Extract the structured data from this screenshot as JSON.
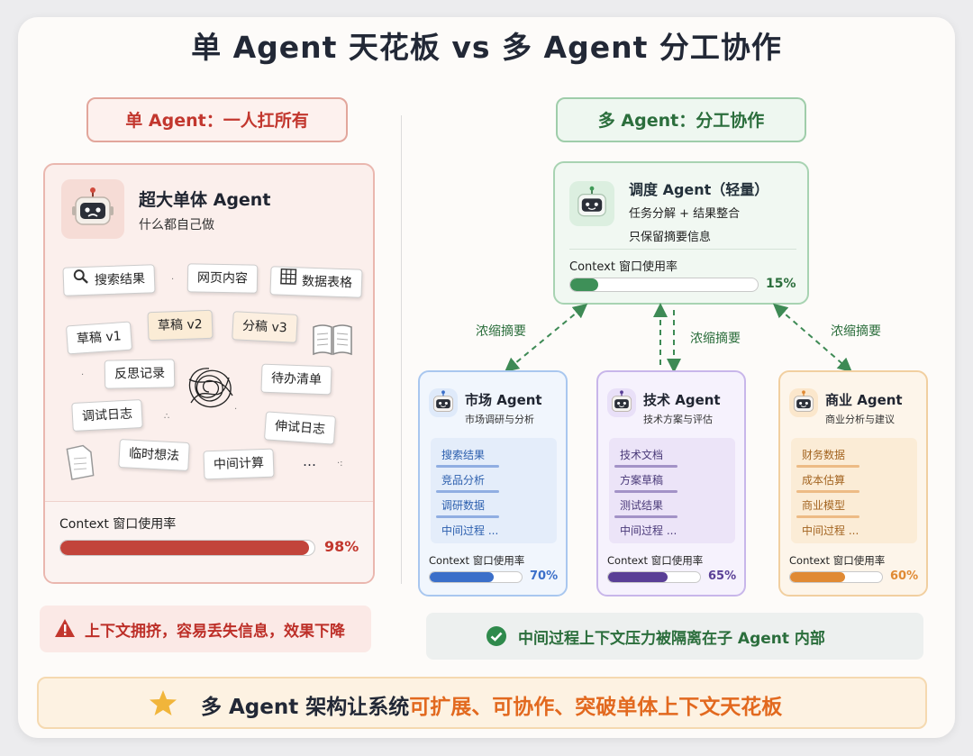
{
  "title": "单 Agent 天花板 vs 多 Agent 分工协作",
  "left_header": "单 Agent：一人扛所有",
  "right_header": "多 Agent：分工协作",
  "single": {
    "title": "超大单体 Agent",
    "subtitle": "什么都自己做",
    "notes": [
      "搜索结果",
      "网页内容",
      "数据表格",
      "草稿 v1",
      "草稿 v2",
      "分稿 v3",
      "反思记录",
      "待办清单",
      "调试日志",
      "伸试日志",
      "临时想法",
      "中间计算",
      "…"
    ],
    "usage_label": "Context 窗口使用率",
    "usage_value": "98%",
    "usage": 0.98,
    "color": "#c2443b"
  },
  "warning": "上下文拥挤，容易丢失信息，效果下降",
  "orchestrator": {
    "title": "调度 Agent（轻量）",
    "line1": "任务分解 + 结果整合",
    "line2": "只保留摘要信息",
    "usage_label": "Context 窗口使用率",
    "usage_value": "15%",
    "usage": 0.15,
    "color": "#3e9058"
  },
  "arrow_labels": [
    "浓缩摘要",
    "浓缩摘要",
    "浓缩摘要"
  ],
  "agents": [
    {
      "title": "市场 Agent",
      "subtitle": "市场调研与分析",
      "items": [
        "搜索结果",
        "竞品分析",
        "调研数据",
        "中间过程 ..."
      ],
      "usage_label": "Context 窗口使用率",
      "usage_value": "70%",
      "usage": 0.7,
      "color": "#3b6fc9"
    },
    {
      "title": "技术 Agent",
      "subtitle": "技术方案与评估",
      "items": [
        "技术文档",
        "方案草稿",
        "测试结果",
        "中间过程 ..."
      ],
      "usage_label": "Context 窗口使用率",
      "usage_value": "65%",
      "usage": 0.65,
      "color": "#5a3f96"
    },
    {
      "title": "商业 Agent",
      "subtitle": "商业分析与建议",
      "items": [
        "财务数据",
        "成本估算",
        "商业模型",
        "中间过程 ..."
      ],
      "usage_label": "Context 窗口使用率",
      "usage_value": "60%",
      "usage": 0.6,
      "color": "#e08a34"
    }
  ],
  "isolation_note": "中间过程上下文压力被隔离在子 Agent 内部",
  "footer": {
    "prefix": "多 Agent 架构让系统",
    "highlight": "可扩展、可协作、突破单体上下文天花板"
  },
  "icons": [
    "robot-icon",
    "search-icon",
    "table-icon",
    "document-icon",
    "warning-icon",
    "check-circle-icon",
    "star-icon"
  ]
}
